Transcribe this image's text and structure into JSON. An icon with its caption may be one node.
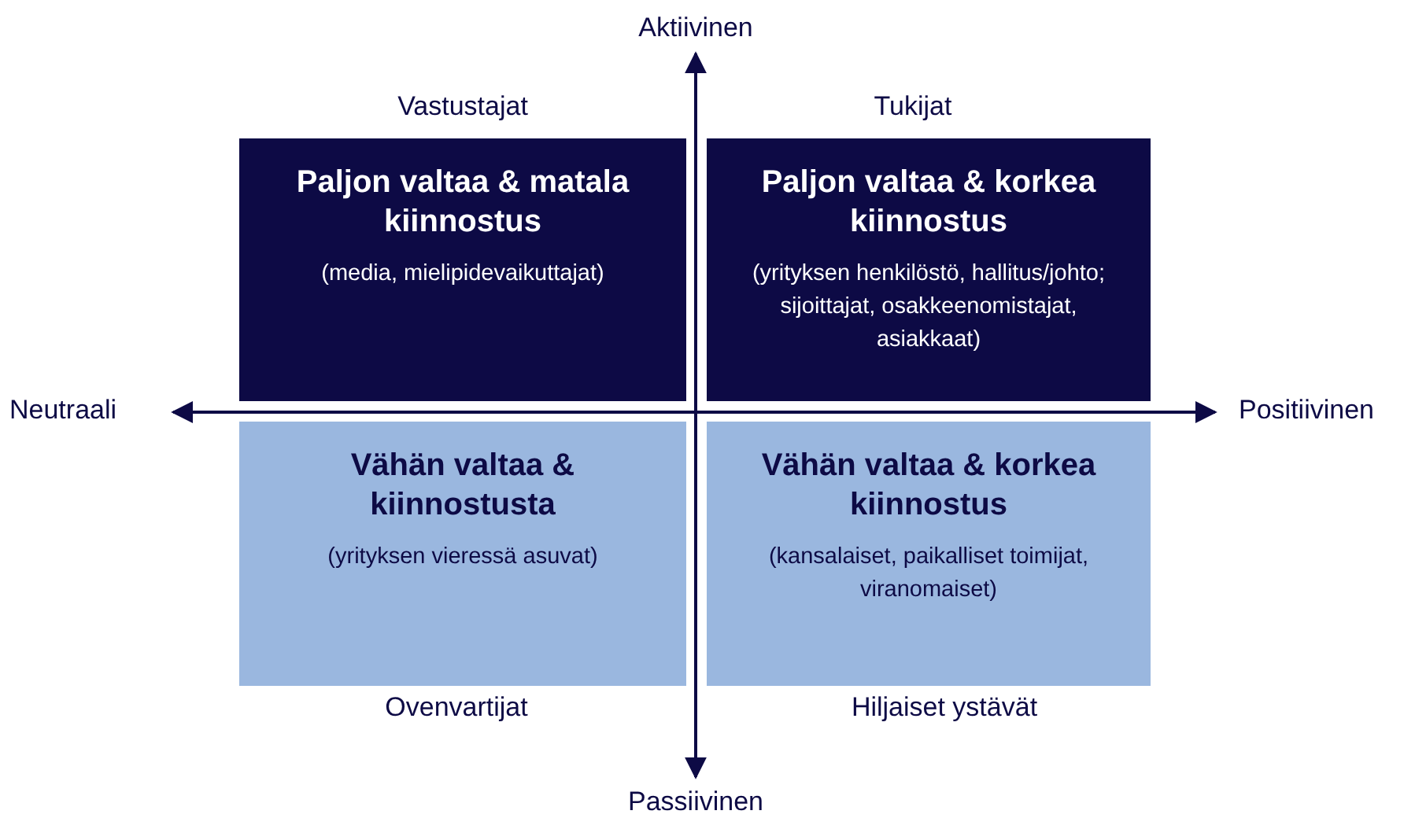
{
  "diagram": {
    "nodes": [
      {
        "text": [
          "Paljon valtaa & matala kiinnostus",
          "(media, mielipidevaikuttajat)"
        ],
        "beside": [
          "Vastustajat"
        ]
      },
      {
        "text": [
          "Paljon valtaa & korkea kiinnostus",
          "(yrityksen henkilöstö, hallitus/johto; sijoittajat, osakkeenomistajat, asiakkaat)"
        ],
        "beside": [
          "Tukijat"
        ]
      },
      {
        "text": [
          "Vähän valtaa & kiinnostusta",
          "(yrityksen vieressä asuvat)"
        ],
        "beside": [
          "Ovenvartijat"
        ]
      },
      {
        "text": [
          "Vähän valtaa & korkea kiinnostus",
          "(kansalaiset, paikalliset toimijat, viranomaiset)"
        ],
        "beside": [
          "Hiljaiset ystävät"
        ]
      }
    ],
    "labels": [
      "Aktiivinen",
      "Neutraali",
      "Positiivinen",
      "Passiivinen"
    ]
  }
}
